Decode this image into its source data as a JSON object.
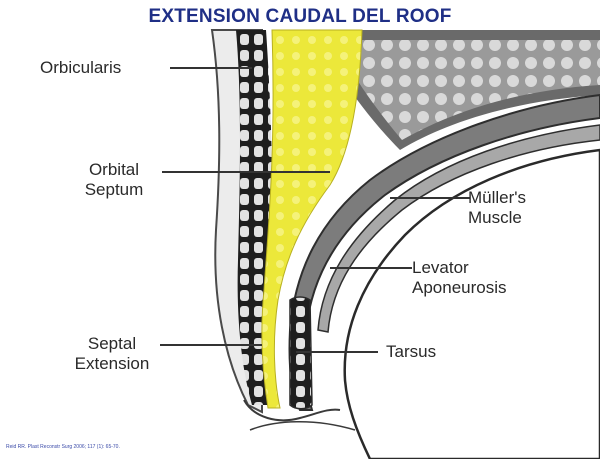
{
  "title": "EXTENSION CAUDAL DEL ROOF",
  "labels": {
    "orbicularis": "Orbicularis",
    "orbital_septum_1": "Orbital",
    "orbital_septum_2": "Septum",
    "mullers_muscle_1": "Müller's",
    "mullers_muscle_2": "Muscle",
    "levator_1": "Levator",
    "levator_2": "Aponeurosis",
    "septal_extension_1": "Septal",
    "septal_extension_2": "Extension",
    "tarsus": "Tarsus"
  },
  "citation": "Reid RR. Plast Reconstr Surg 2006; 117 (1): 65-70.",
  "colors": {
    "title": "#1f2f86",
    "fat_yellow": "#ece83a",
    "tissue_gray": "#8e8e8e",
    "dark_line": "#333333"
  }
}
